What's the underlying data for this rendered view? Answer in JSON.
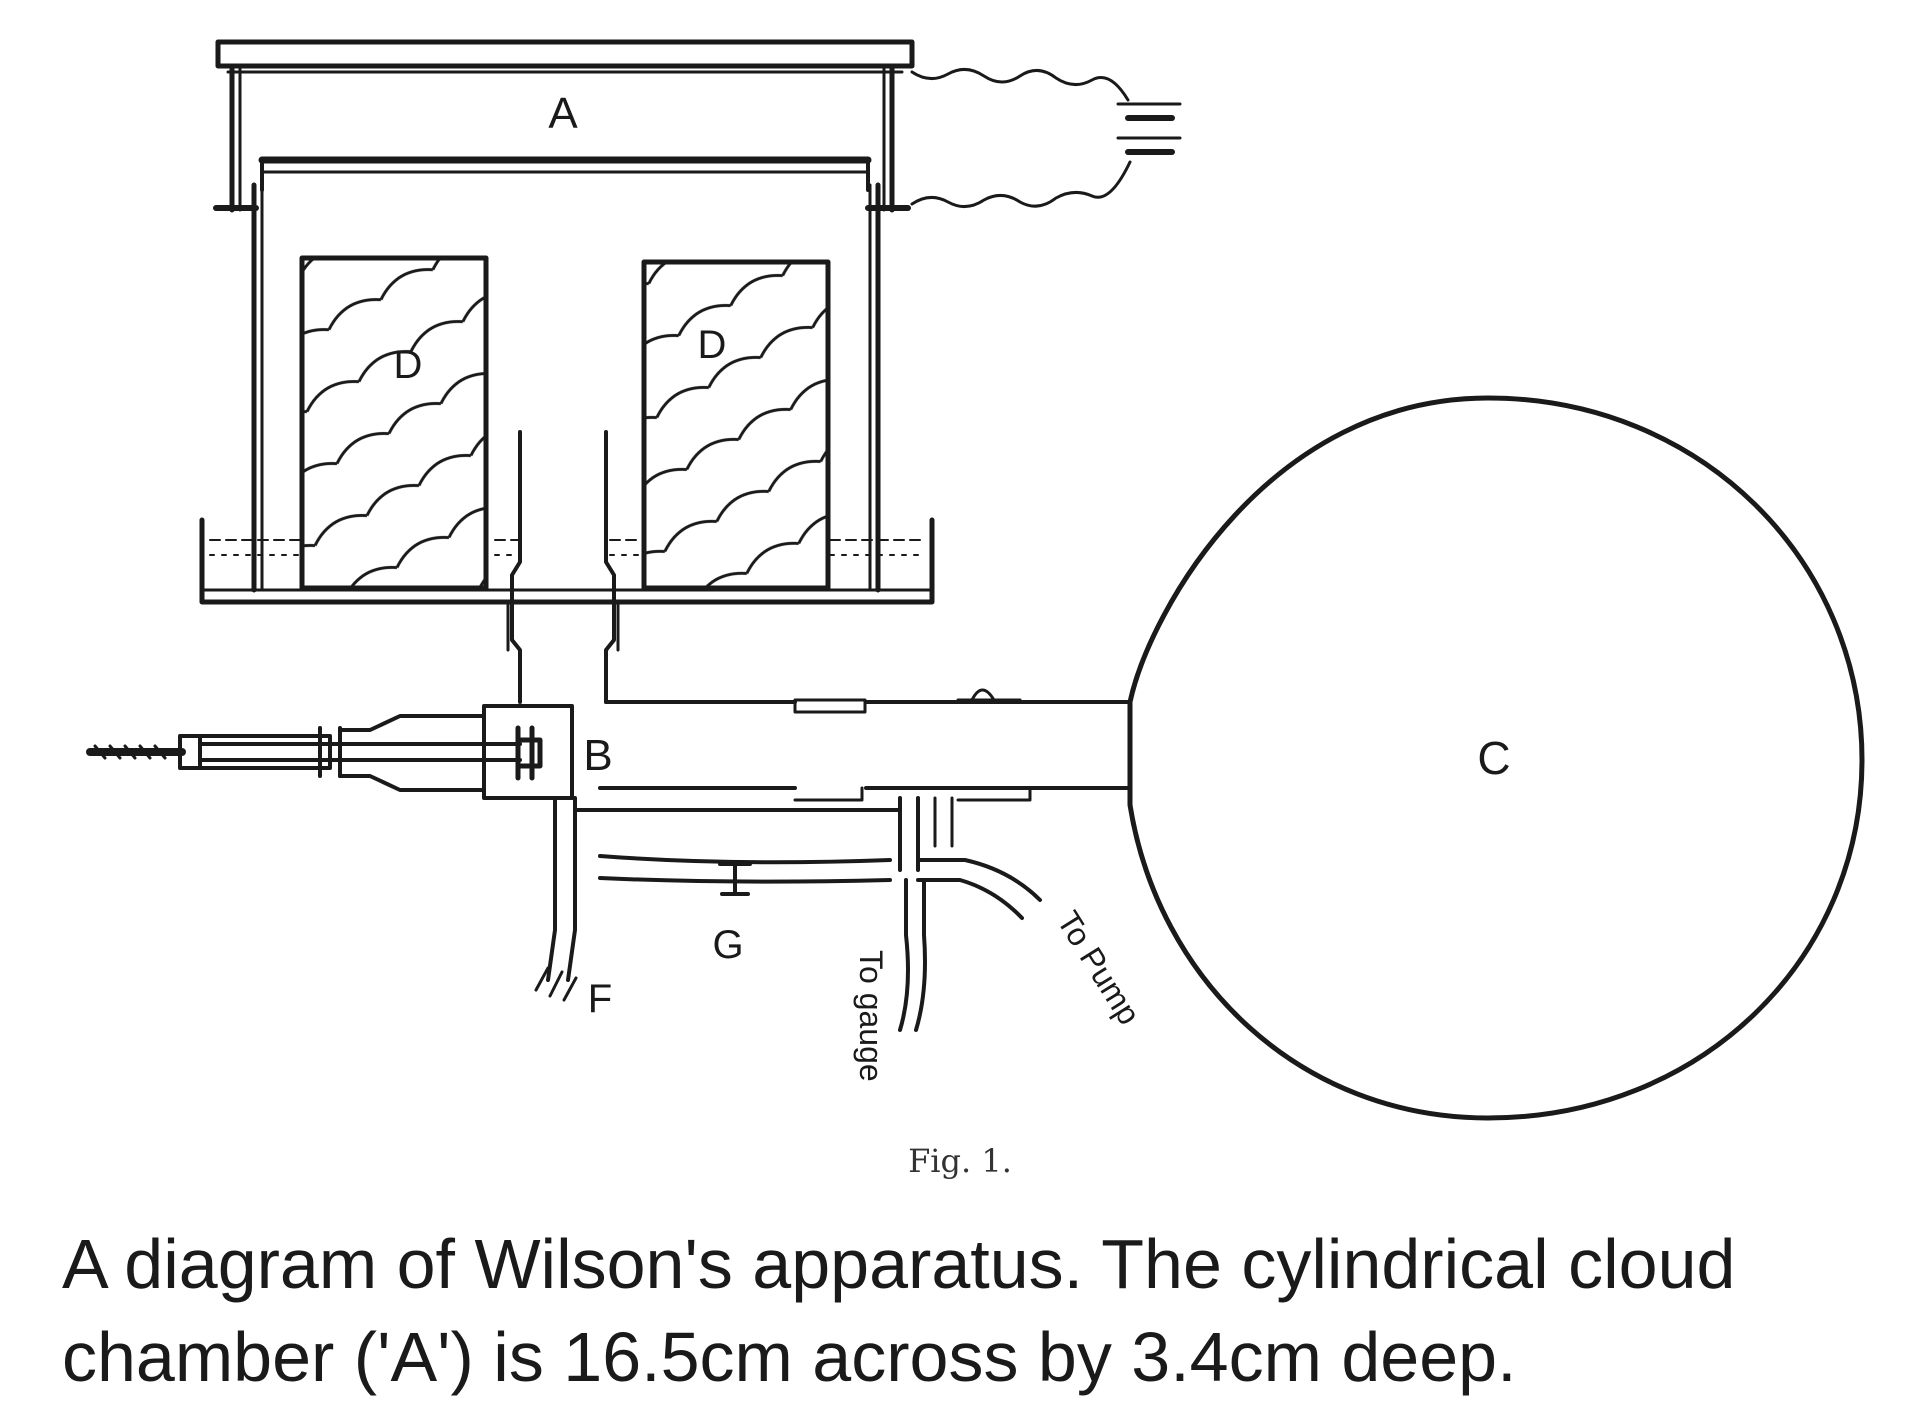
{
  "labels": {
    "chamber": "A",
    "valve": "B",
    "flask": "C",
    "block_left": "D",
    "block_right": "D",
    "tap": "F",
    "tube": "G",
    "to_gauge": "To gauge",
    "to_pump": "To Pump"
  },
  "figure_label": "Fig. 1.",
  "caption": "A diagram of Wilson's apparatus. The cylindrical cloud chamber ('A') is 16.5cm across by 3.4cm deep.",
  "colors": {
    "ink": "#1a1a1a",
    "background": "#ffffff"
  }
}
